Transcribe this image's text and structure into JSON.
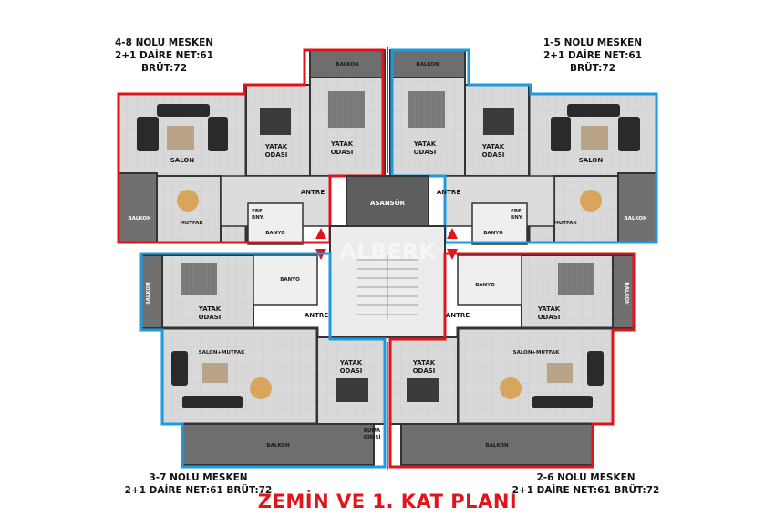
{
  "units": {
    "top_left": {
      "name": "4-8 NOLU MESKEN",
      "spec": "2+1 DAİRE NET:61 BRÜT:72"
    },
    "top_right": {
      "name": "1-5 NOLU MESKEN",
      "spec": "2+1 DAİRE NET:61 BRÜT:72"
    },
    "bottom_left": {
      "name": "3-7 NOLU MESKEN",
      "spec": "2+1 DAİRE NET:61 BRÜT:72"
    },
    "bottom_right": {
      "name": "2-6 NOLU MESKEN",
      "spec": "2+1 DAİRE NET:61 BRÜT:72"
    }
  },
  "rooms": {
    "balkon": "BALKON",
    "salon": "SALON",
    "yatak": "YATAK",
    "odasi": "ODASI",
    "antre": "ANTRE",
    "asansor": "ASANSÖR",
    "mutfak": "MUTFAK",
    "banyo": "BANYO",
    "salon_mutfak": "SALON+MUTFAK",
    "ebeveyn": "EBE.",
    "banyo_sm": "BNY.",
    "kuma": "KUMA",
    "girisi": "GİRİŞİ"
  },
  "watermark": "ALBERK",
  "title": "ZEMİN VE 1. KAT PLANI",
  "colors": {
    "red_outline": "#e0141b",
    "blue_outline": "#1e9be0",
    "title": "#e0141b"
  }
}
